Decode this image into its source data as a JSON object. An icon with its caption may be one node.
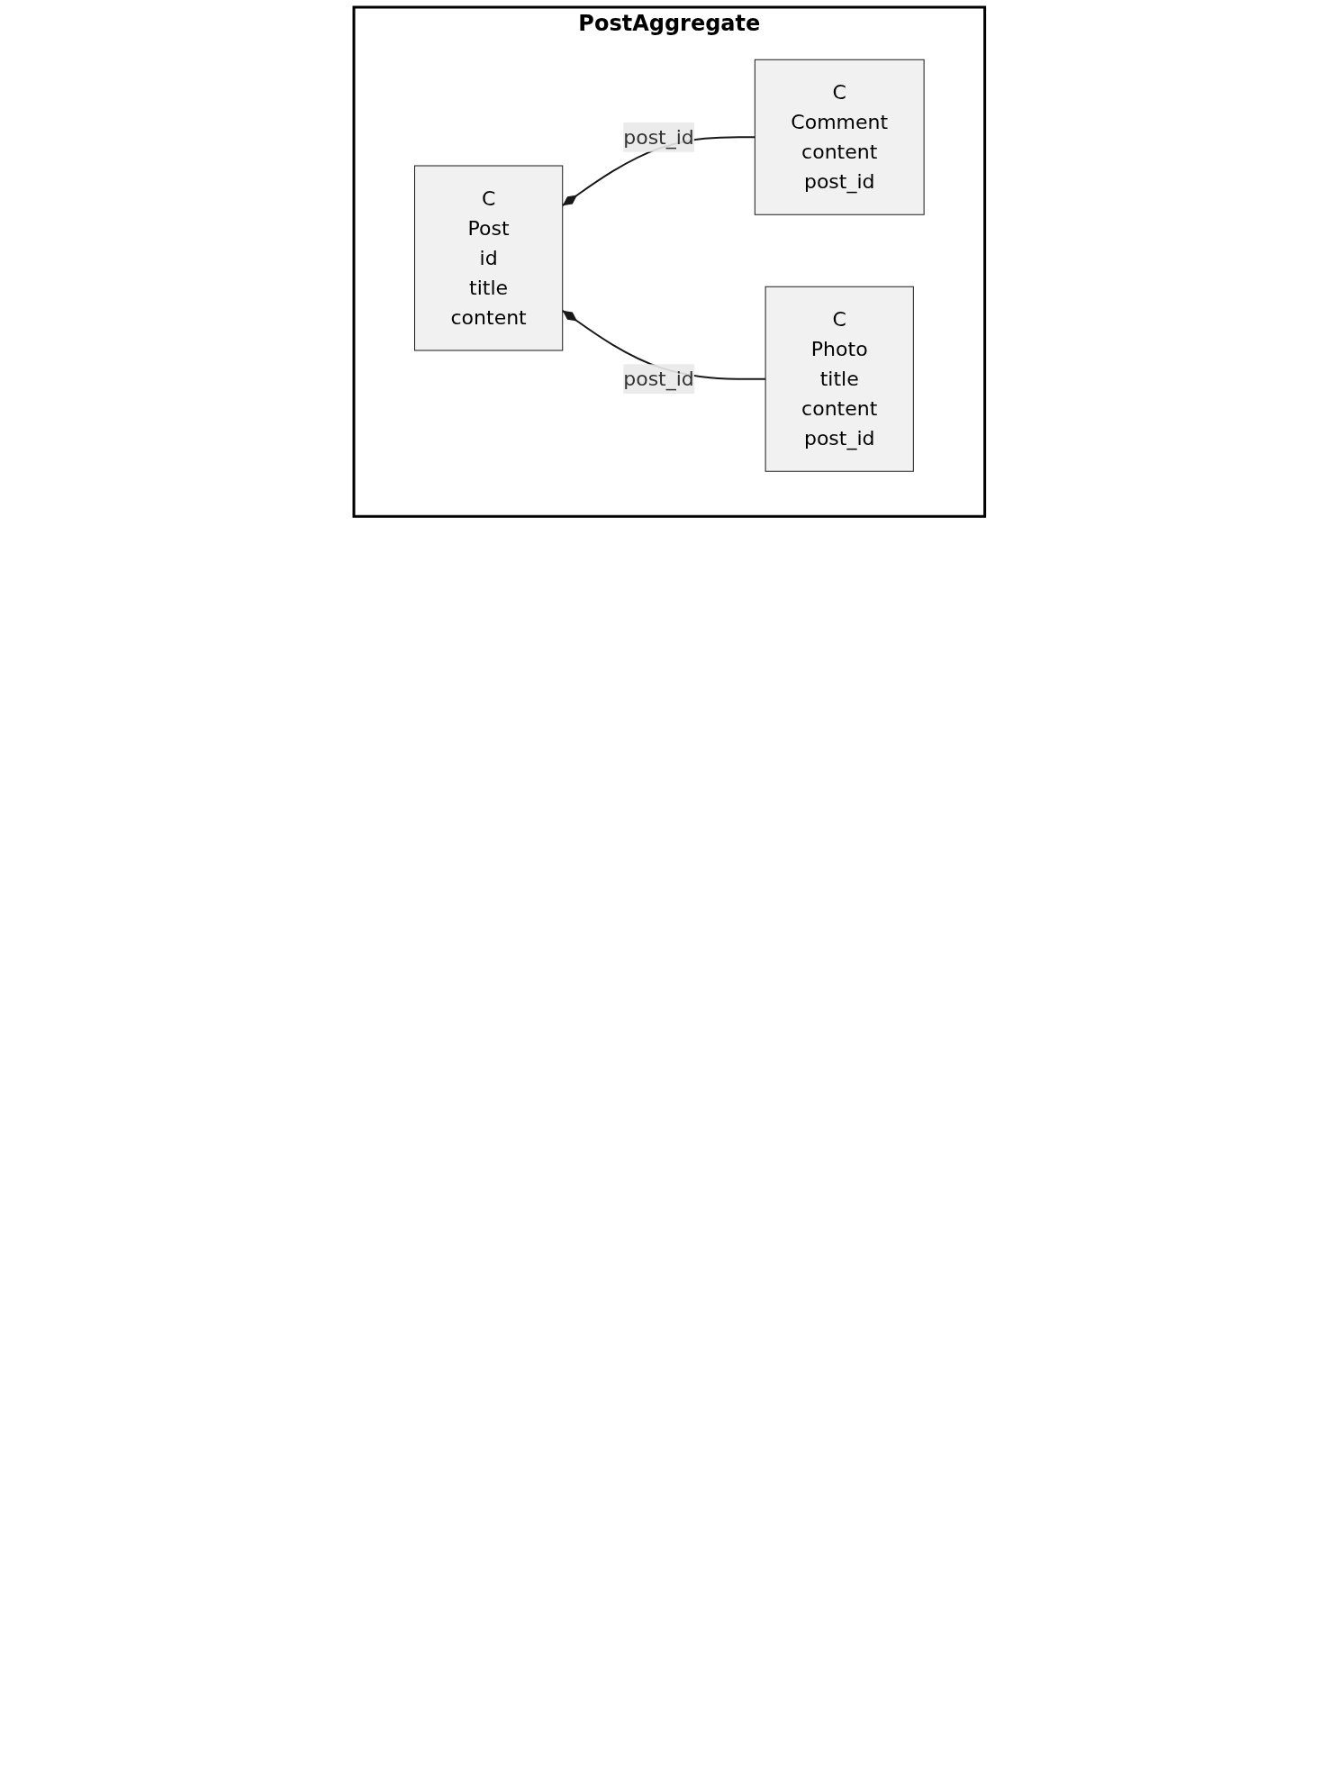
{
  "diagram": {
    "nodes": [
      {
        "text": [
          "PostAggregate"
        ]
      },
      {
        "text": [
          "C",
          "Post",
          "id",
          "title",
          "content"
        ],
        "in": 0
      },
      {
        "text": [
          "C",
          "Comment",
          "content",
          "post_id"
        ],
        "in": 0
      },
      {
        "text": [
          "C",
          "Photo",
          "title",
          "content",
          "post_id"
        ],
        "in": 0
      }
    ],
    "edges": [
      {
        "from": 1,
        "to": 2,
        "arrow": "other",
        "label": "post_id"
      },
      {
        "from": 1,
        "to": 3,
        "arrow": "other",
        "label": "post_id"
      }
    ]
  }
}
